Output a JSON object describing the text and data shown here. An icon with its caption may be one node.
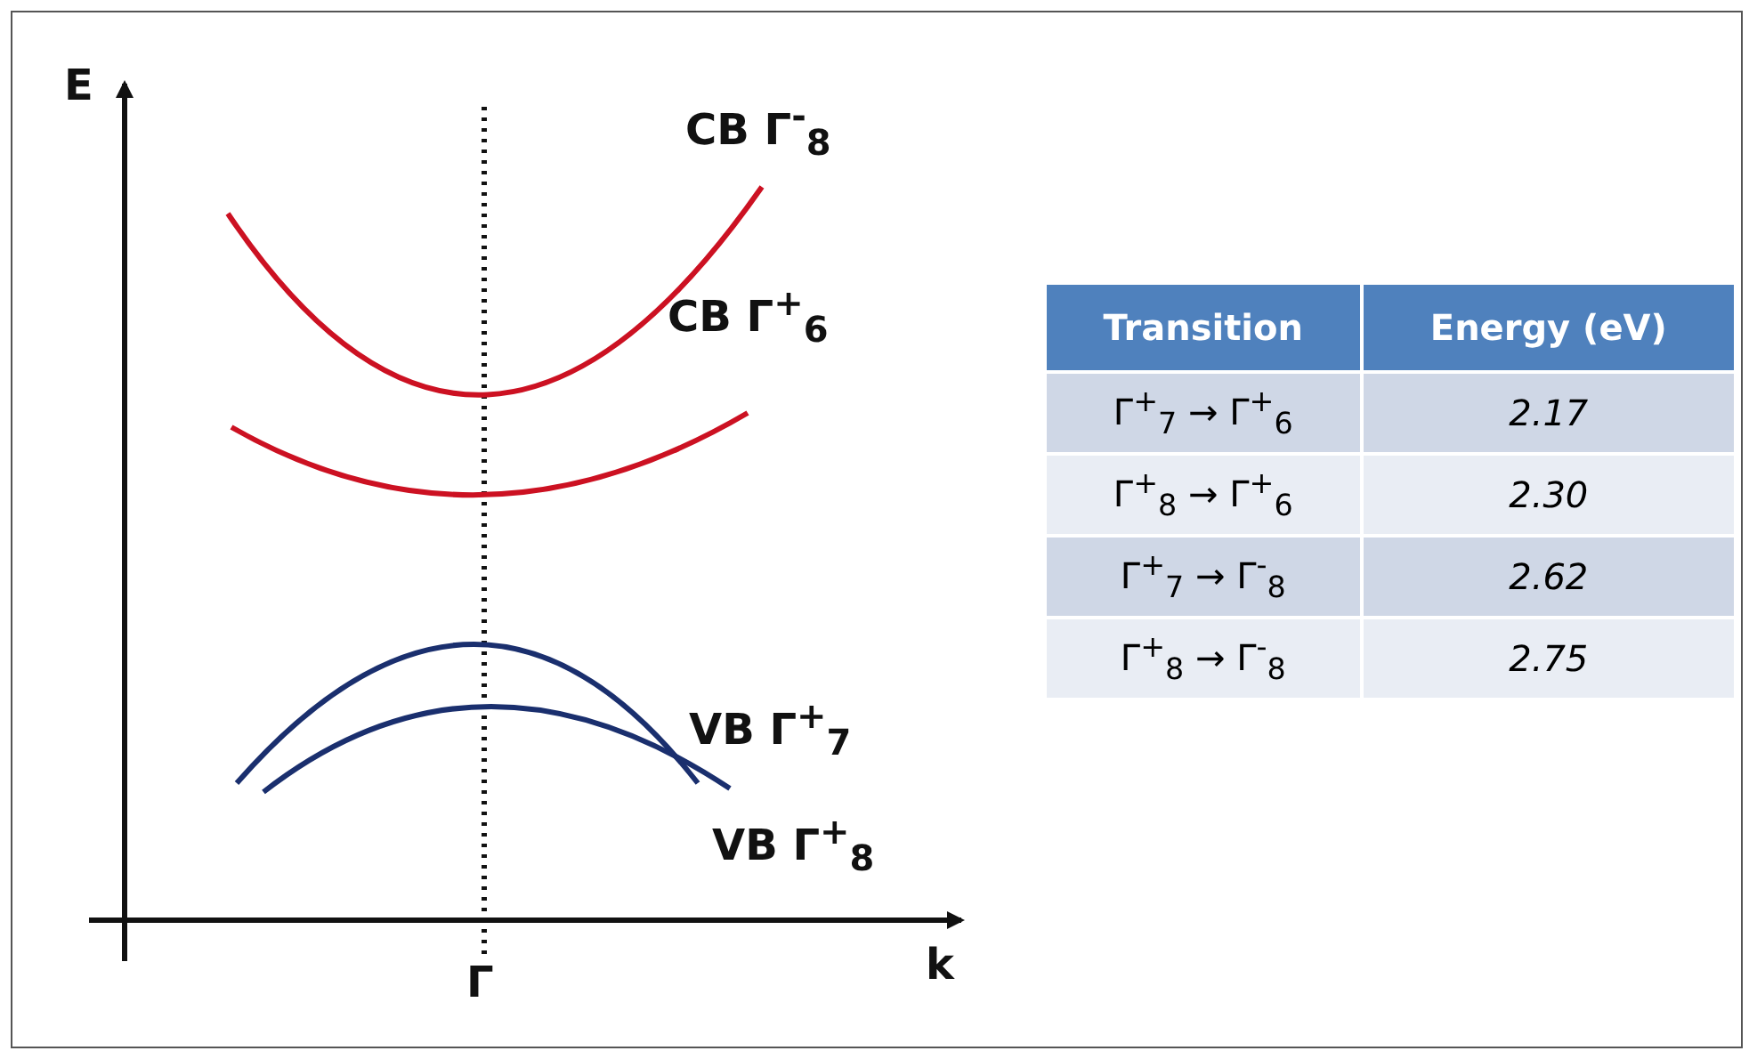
{
  "diagram": {
    "labels": [
      "E",
      "CB Γ$^{-}$$_{8}$",
      "CB Γ$^{+}$$_{6}$",
      "VB Γ$^{+}$$_{7}$",
      "VB Γ$^{+}$$_{8}$",
      "k",
      "Γ",
      "Transition",
      "Energy (eV)",
      "Γ$^{+}$$_{7}$ → Γ$^{+}$$_{6}$",
      "2.17",
      "Γ$^{+}$$_{8}$ → Γ$^{+}$$_{6}$",
      "2.30",
      "Γ$^{+}$$_{7}$ → Γ$^{-}$$_{8}$",
      "2.62",
      "Γ$^{+}$$_{8}$ → Γ$^{-}$$_{8}$",
      "2.75"
    ]
  }
}
